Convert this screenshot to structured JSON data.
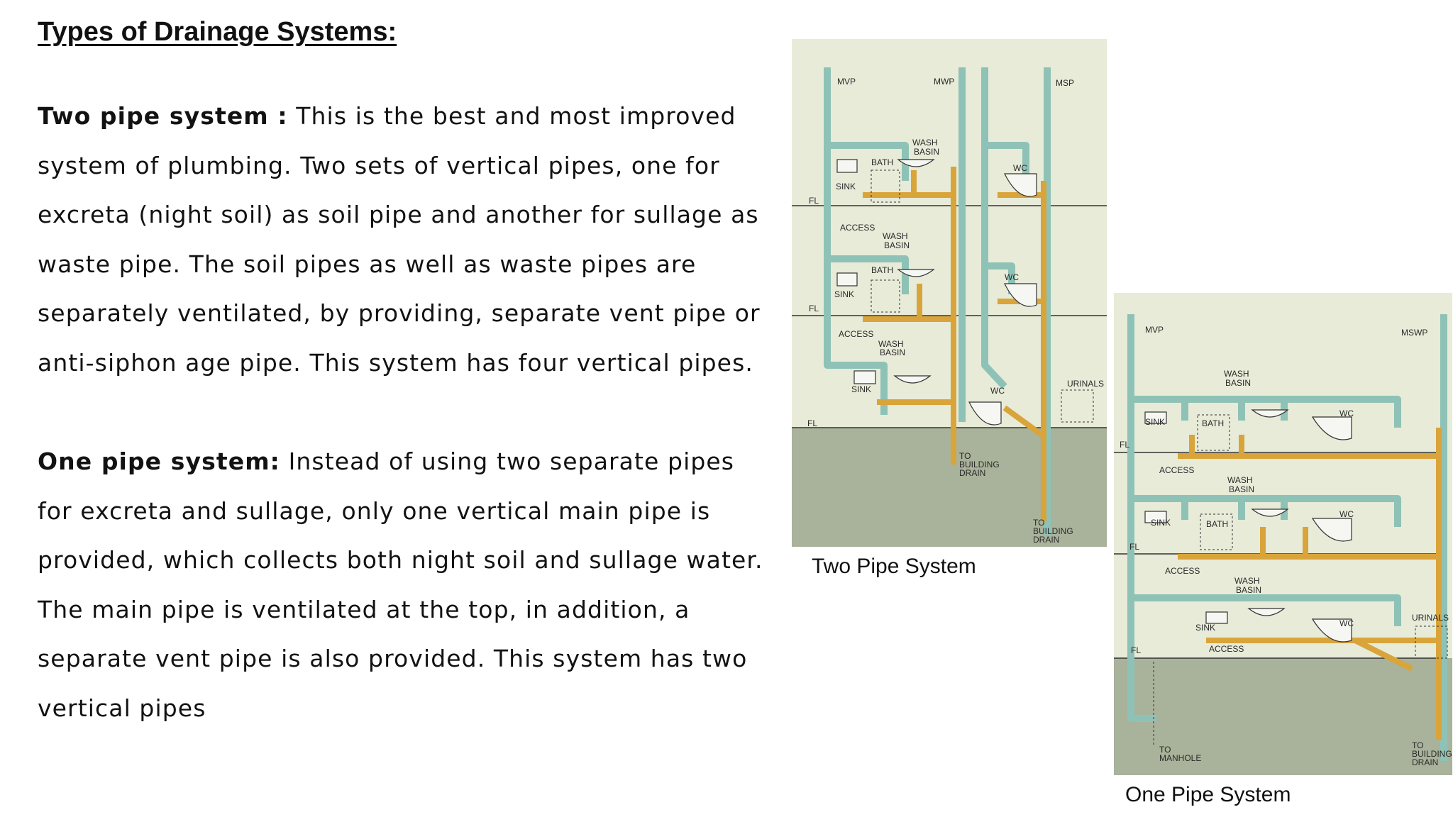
{
  "heading": "Types of Drainage Systems:",
  "two_pipe": {
    "lead": "Two pipe system :",
    "text": " This is the best and most improved system of plumbing. Two sets of vertical pipes, one for excreta (night soil) as soil pipe and another for sullage as waste pipe. The soil pipes as well as waste pipes are separately ventilated, by providing, separate vent pipe or anti-siphon age pipe. This system has four vertical pipes."
  },
  "one_pipe": {
    "lead": "One pipe system:",
    "text": " Instead of using two separate pipes for excreta and sullage, only one vertical main pipe is provided, which collects both night soil and sullage water. The main pipe is ventilated at the top, in addition, a separate vent pipe is also provided. This system has two vertical pipes"
  },
  "figure1": {
    "caption": "Two Pipe System",
    "labels": {
      "mvp": "MVP",
      "mwp": "MWP",
      "msp": "MSP",
      "wash_basin_1": "WASH",
      "wash_basin_1b": "BASIN",
      "bath_1": "BATH",
      "sink_1": "SINK",
      "wc_1": "WC",
      "fl_1": "FL",
      "access_1": "ACCESS",
      "wash_basin_2": "WASH",
      "wash_basin_2b": "BASIN",
      "bath_2": "BATH",
      "sink_2": "SINK",
      "wc_2": "WC",
      "fl_2": "FL",
      "access_2": "ACCESS",
      "wash_basin_3": "WASH",
      "wash_basin_3b": "BASIN",
      "sink_3": "SINK",
      "wc_3": "WC",
      "urinals": "URINALS",
      "fl_3": "FL",
      "to_drain_1a": "TO",
      "to_drain_1b": "BUILDING",
      "to_drain_1c": "DRAIN",
      "to_drain_2a": "TO",
      "to_drain_2b": "BUILDING",
      "to_drain_2c": "DRAIN"
    }
  },
  "figure2": {
    "caption": "One Pipe System",
    "labels": {
      "mvp": "MVP",
      "mswp": "MSWP",
      "wash_basin_1": "WASH",
      "wash_basin_1b": "BASIN",
      "sink_1": "SINK",
      "bath_1": "BATH",
      "wc_1": "WC",
      "fl_1": "FL",
      "access_1": "ACCESS",
      "wash_basin_2": "WASH",
      "wash_basin_2b": "BASIN",
      "sink_2": "SINK",
      "bath_2": "BATH",
      "wc_2": "WC",
      "fl_2": "FL",
      "access_2": "ACCESS",
      "wash_basin_3": "WASH",
      "wash_basin_3b": "BASIN",
      "sink_3": "SINK",
      "wc_3": "WC",
      "urinals": "URINALS",
      "fl_3": "FL",
      "access_3": "ACCESS",
      "to_manhole_a": "TO",
      "to_manhole_b": "MANHOLE",
      "to_drain_a": "TO",
      "to_drain_b": "BUILDING",
      "to_drain_c": "DRAIN"
    }
  },
  "colors": {
    "vent_pipe": "#9cc7bd",
    "soil_pipe": "#d9a43a",
    "paper": "#e8ecd8",
    "ground": "#a9b29a"
  }
}
